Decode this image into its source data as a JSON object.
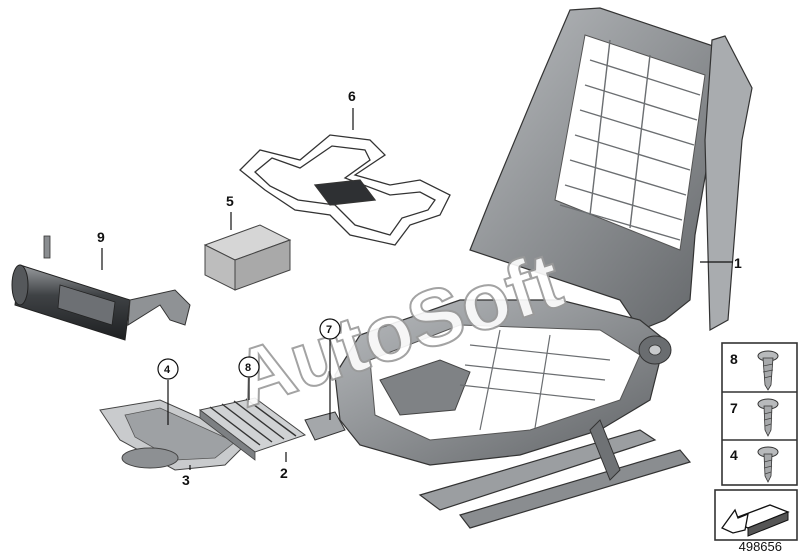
{
  "diagram": {
    "callouts": [
      {
        "id": "c1",
        "label": "1"
      },
      {
        "id": "c2",
        "label": "2"
      },
      {
        "id": "c3",
        "label": "3"
      },
      {
        "id": "c4",
        "label": "4"
      },
      {
        "id": "c5",
        "label": "5"
      },
      {
        "id": "c6",
        "label": "6"
      },
      {
        "id": "c7",
        "label": "7"
      },
      {
        "id": "c8",
        "label": "8"
      },
      {
        "id": "c9",
        "label": "9"
      }
    ],
    "screw_panel": {
      "items": [
        {
          "label": "8"
        },
        {
          "label": "7"
        },
        {
          "label": "4"
        }
      ]
    },
    "watermark": "AutoSoft",
    "reference_number": "498656",
    "colors": {
      "frame": "#8c8f92",
      "frame_dark": "#5b5e61",
      "frame_light": "#c3c5c7",
      "box": "#bdbdbd"
    }
  }
}
